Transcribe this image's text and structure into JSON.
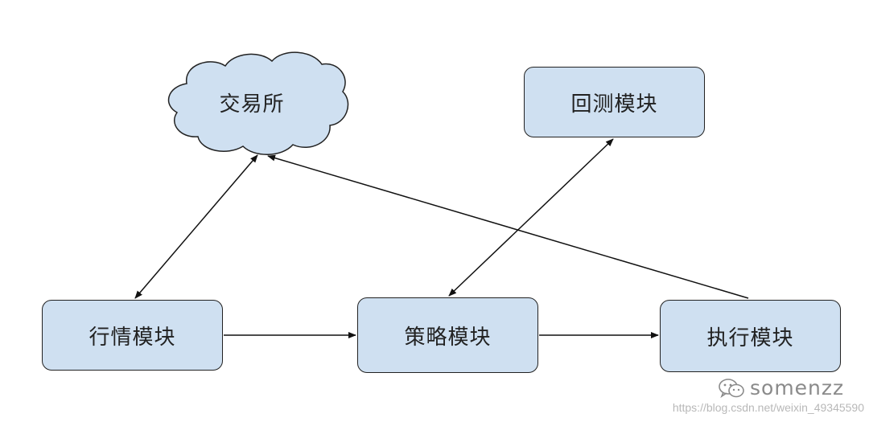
{
  "diagram": {
    "exchange": "交易所",
    "backtest": "回测模块",
    "market": "行情模块",
    "strategy": "策略模块",
    "execution": "执行模块"
  },
  "watermark": {
    "name": "somenzz",
    "url": "https://blog.csdn.net/weixin_49345590"
  },
  "colors": {
    "node_fill": "#cfe0f1",
    "stroke": "#222222"
  }
}
